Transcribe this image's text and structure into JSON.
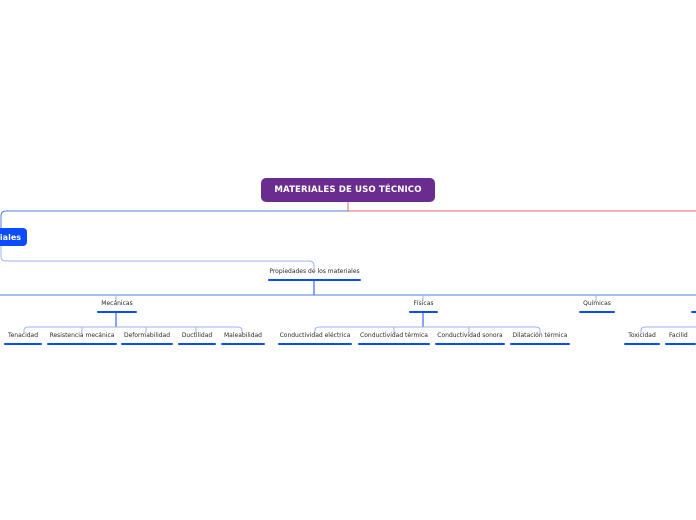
{
  "mindmap": {
    "root": "MATERIALES DE USO TÉCNICO",
    "branch": "riales",
    "topic": "Propiedades de los materiales",
    "categories": {
      "mecanicas": "Mecánicas",
      "fisicas": "Físicas",
      "quimicas": "Químicas"
    },
    "mecanicas_items": [
      "Tenacidad",
      "Resistencia mecánica",
      "Deformabilidad",
      "Ductilidad",
      "Maleabilidad"
    ],
    "fisicas_items": [
      "Conductividad eléctrica",
      "Conductividad térmica",
      "Conductividad sonora",
      "Dilatación térmica"
    ],
    "quimicas_items": [
      "Toxicidad",
      "Facilid"
    ]
  },
  "colors": {
    "root_fill": "#6a2c8f",
    "branch_fill": "#0a4cff",
    "underline": "#0a4cff",
    "link_blue": "#4a7fe0",
    "link_light": "#9ab5ef",
    "link_red": "#e46a6a"
  }
}
